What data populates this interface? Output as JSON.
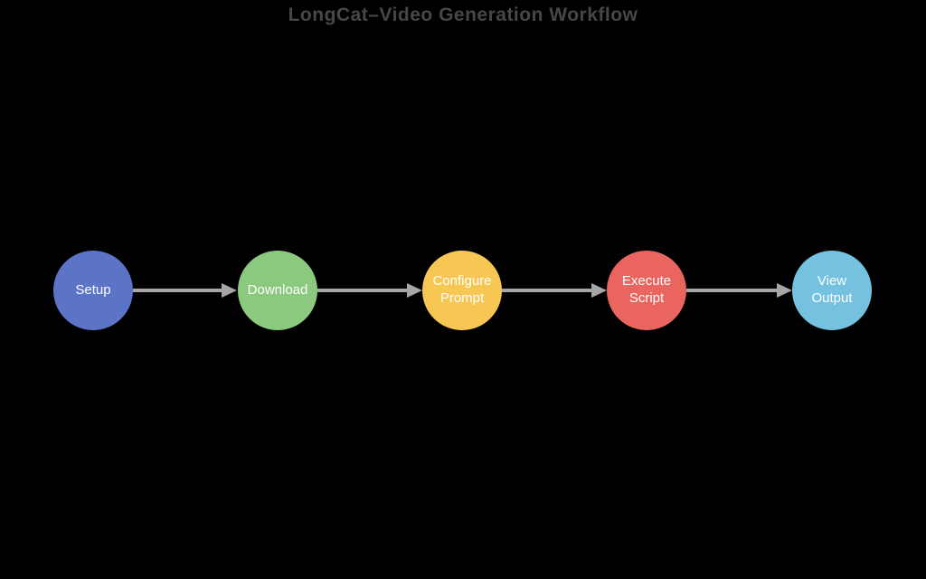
{
  "title": "LongCat–Video Generation Workflow",
  "colors": {
    "background": "#000000",
    "title_text": "#474747",
    "arrow": "#a6a6a6",
    "node_text": "#ffffff",
    "node_setup": "#5b74c7",
    "node_download": "#8bc97e",
    "node_configure_prompt": "#f7c754",
    "node_execute_script": "#ea655f",
    "node_view_output": "#74c1e0"
  },
  "workflow": {
    "nodes": [
      {
        "label": "Setup",
        "color": "#5b74c7"
      },
      {
        "label": "Download",
        "color": "#8bc97e"
      },
      {
        "label": "Configure\nPrompt",
        "color": "#f7c754"
      },
      {
        "label": "Execute\nScript",
        "color": "#ea655f"
      },
      {
        "label": "View\nOutput",
        "color": "#74c1e0"
      }
    ],
    "connector_count": 4
  }
}
